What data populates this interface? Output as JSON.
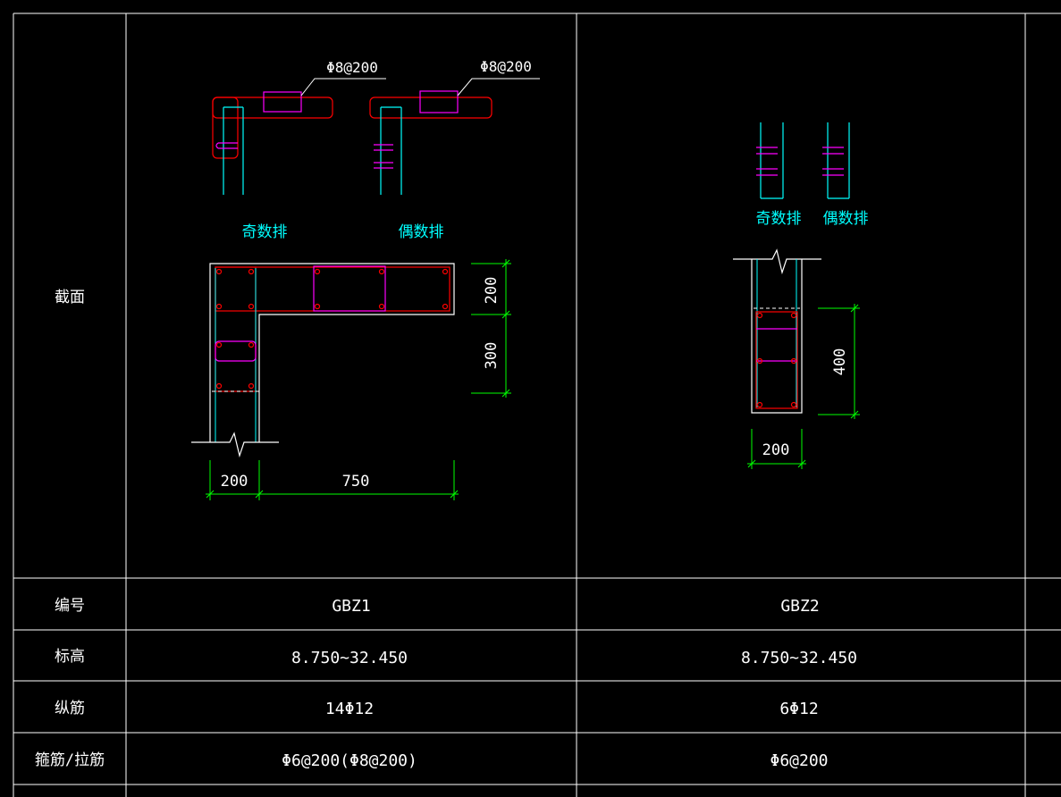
{
  "colors": {
    "background": "#000000",
    "grid": "#ffffff",
    "text": "#ffffff",
    "stirrup": "#ff0000",
    "tie": "#ff00ff",
    "longitudinal_wall": "#00ffff",
    "dimension": "#00ff00",
    "title_label": "#00ffff"
  },
  "row_labels": {
    "section": "截面",
    "id": "编号",
    "elevation": "标高",
    "longitudinal": "纵筋",
    "stirrup": "箍筋/拉筋"
  },
  "columns": [
    {
      "id": "GBZ1",
      "elevation": "8.750~32.450",
      "longitudinal": "14Φ12",
      "stirrup": "Φ6@200(Φ8@200)",
      "section": {
        "odd_row_label": "奇数排",
        "even_row_label": "偶数排",
        "odd_callout": "Φ8@200",
        "even_callout": "Φ8@200",
        "dims": {
          "flange_height": "200",
          "web_height": "300",
          "web_width": "200",
          "flange_length": "750"
        }
      }
    },
    {
      "id": "GBZ2",
      "elevation": "8.750~32.450",
      "longitudinal": "6Φ12",
      "stirrup": "Φ6@200",
      "section": {
        "odd_row_label": "奇数排",
        "even_row_label": "偶数排",
        "dims": {
          "height": "400",
          "width": "200"
        }
      }
    }
  ]
}
